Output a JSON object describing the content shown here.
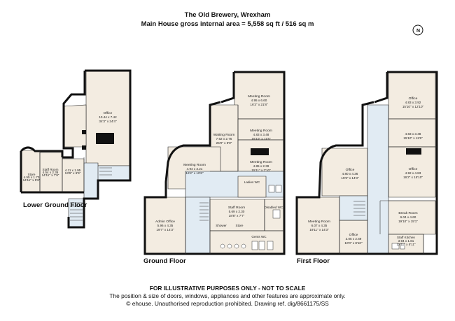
{
  "header": {
    "title": "The Old Brewery, Wrexham",
    "subtitle": "Main House gross internal area = 5,558 sq ft / 516 sq m"
  },
  "floors": {
    "lower_ground": "Lower Ground Floor",
    "ground": "Ground Floor",
    "first": "First Floor"
  },
  "rooms": {
    "lg_store": {
      "name": "Store",
      "dims": "4.55 x 1.73",
      "imp": "14'11\" x 5'8\""
    },
    "lg_staff": {
      "name": "Staff Room",
      "dims": "4.54 x 2.36",
      "imp": "14'11\" x 7'9\""
    },
    "lg_small": {
      "name": "",
      "dims": "4.11 x 1.95",
      "imp": "13'6\" x 6'5\""
    },
    "lg_office": {
      "name": "Office",
      "dims": "10.44 x 7.42",
      "imp": "34'3\" x 24'4\""
    },
    "gf_meet_top": {
      "name": "Meeting Room",
      "dims": "4.95 x 6.60",
      "imp": "16'3\" x 21'8\""
    },
    "gf_waiting": {
      "name": "Waiting Room",
      "dims": "7.62 x 2.75",
      "imp": "25'0\" x 9'0\""
    },
    "gf_meet_mid": {
      "name": "Meeting Room",
      "dims": "4.83 x 3.48",
      "imp": "15'10\" x 11'5\""
    },
    "gf_meet_sm": {
      "name": "Meeting Room",
      "dims": "4.85 x 2.39",
      "imp": "15'11\" x 7'10\""
    },
    "gf_meet_l": {
      "name": "Meeting Room",
      "dims": "4.94 x 3.21",
      "imp": "16'2\" x 10'6\""
    },
    "gf_ladies": {
      "name": "Ladies WC",
      "dims": "",
      "imp": ""
    },
    "gf_staff": {
      "name": "Staff Room",
      "dims": "5.69 x 2.30",
      "imp": "18'8\" x 7'7\""
    },
    "gf_disabled": {
      "name": "Disabled WC",
      "dims": "",
      "imp": ""
    },
    "gf_admin": {
      "name": "Admin Office",
      "dims": "5.96 x 4.35",
      "imp": "19'7\" x 14'3\""
    },
    "gf_shower": {
      "name": "Shower",
      "dims": "",
      "imp": ""
    },
    "gf_store": {
      "name": "Store",
      "dims": "",
      "imp": ""
    },
    "gf_gents": {
      "name": "Gents WC",
      "dims": "",
      "imp": ""
    },
    "ff_off_top": {
      "name": "Office",
      "dims": "4.83 x 3.92",
      "imp": "15'10\" x 12'10\""
    },
    "ff_off_mid": {
      "name": "",
      "dims": "4.83 x 3.48",
      "imp": "15'10\" x 11'5\""
    },
    "ff_off_l": {
      "name": "Office",
      "dims": "4.80 x 4.36",
      "imp": "15'9\" x 14'3\""
    },
    "ff_off_r": {
      "name": "Office",
      "dims": "4.92 x 4.83",
      "imp": "16'2\" x 15'10\""
    },
    "ff_break": {
      "name": "Break Room",
      "dims": "6.04 x 4.60",
      "imp": "19'10\" x 15'1\""
    },
    "ff_meet": {
      "name": "Meeting Room",
      "dims": "6.07 x 4.35",
      "imp": "19'11\" x 14'3\""
    },
    "ff_off_sm": {
      "name": "Office",
      "dims": "3.05 x 2.69",
      "imp": "10'0\" x 8'10\""
    },
    "ff_kitchen": {
      "name": "Staff Kitchen",
      "dims": "3.94 x 1.81",
      "imp": "12'11\" x 5'11\""
    }
  },
  "footer": {
    "line1": "FOR ILLUSTRATIVE PURPOSES ONLY - NOT TO SCALE",
    "line2": "The position & size of doors, windows, appliances and other features are approximate only.",
    "line3": "© ehouse. Unauthorised reproduction prohibited. Drawing ref. dig/8661175/SS"
  },
  "compass": {
    "icon": "north-arrow-icon",
    "letter": "N"
  },
  "colors": {
    "room_fill": "#f3ece1",
    "hall_fill": "#e1ebf3",
    "wall": "#1a1a1a"
  }
}
